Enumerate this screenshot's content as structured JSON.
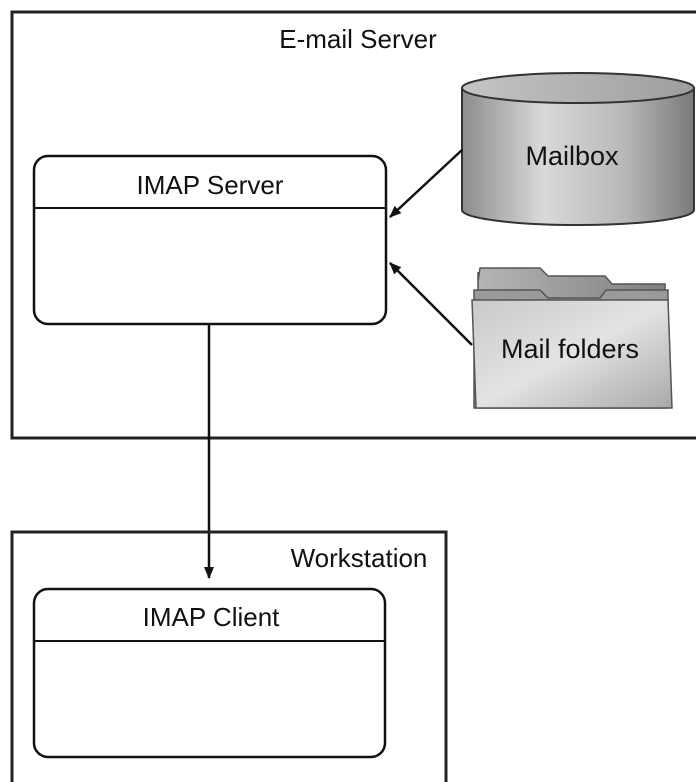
{
  "email_server": {
    "title": "E-mail Server"
  },
  "imap_server": {
    "title": "IMAP Server"
  },
  "mailbox": {
    "label": "Mailbox"
  },
  "mail_folders": {
    "label": "Mail folders"
  },
  "workstation": {
    "title": "Workstation"
  },
  "imap_client": {
    "title": "IMAP Client"
  }
}
